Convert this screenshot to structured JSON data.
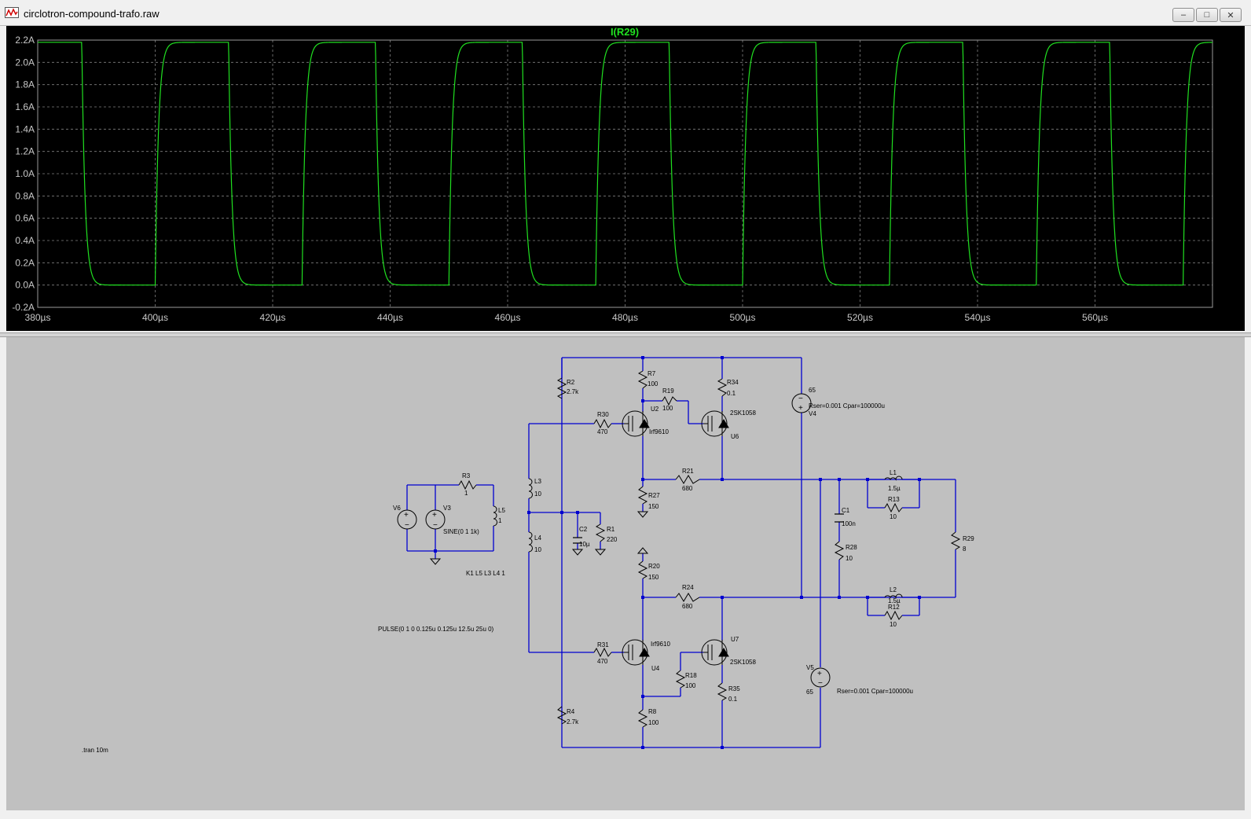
{
  "window": {
    "title": "circlotron-compound-trafo.raw",
    "minimize_symbol": "–",
    "maximize_symbol": "□",
    "close_symbol": "✕"
  },
  "plot": {
    "trace_label": "I(R29)",
    "y_ticks": [
      "2.2A",
      "2.0A",
      "1.8A",
      "1.6A",
      "1.4A",
      "1.2A",
      "1.0A",
      "0.8A",
      "0.6A",
      "0.4A",
      "0.2A",
      "0.0A",
      "-0.2A"
    ],
    "x_ticks": [
      "380µs",
      "400µs",
      "420µs",
      "440µs",
      "460µs",
      "480µs",
      "500µs",
      "520µs",
      "540µs",
      "560µs"
    ],
    "colors": {
      "trace": "#20e020",
      "grid": "#808080",
      "axis_text": "#c8c8c8",
      "background": "#000000"
    }
  },
  "chart_data": {
    "type": "line",
    "title": "I(R29)",
    "xlabel": "",
    "ylabel": "",
    "x_unit": "µs",
    "y_unit": "A",
    "xlim": [
      380,
      580
    ],
    "ylim": [
      -0.2,
      2.2
    ],
    "grid": true,
    "series": [
      {
        "name": "I(R29)",
        "pulse_period_us": 25,
        "high_value_A": 2.18,
        "low_value_A": 0.0,
        "falling_edges_us": [
          387.5,
          412.5,
          437.5,
          462.5,
          487.5,
          512.5,
          537.5,
          562.5
        ],
        "rising_edges_us": [
          400,
          425,
          450,
          475,
          500,
          525,
          550,
          575
        ],
        "settle_time_us": 2.5
      }
    ]
  },
  "schematic": {
    "labels": {
      "R2": "R2",
      "R2_val": "2.7k",
      "R7": "R7",
      "R7_val": "100",
      "R34": "R34",
      "R34_val": "0.1",
      "R19": "R19",
      "R19_val": "100",
      "U2": "U2",
      "U2_part": "Irf9610",
      "U6": "U6",
      "U6_part": "2SK1058",
      "R30": "R30",
      "R30_val": "470",
      "V4_val": "65",
      "V4": "V4",
      "V4_par": "Rser=0.001 Cpar=100000u",
      "R3": "R3",
      "R3_val": "1",
      "V6": "V6",
      "V3": "V3",
      "V3_val": "SINE(0 1 1k)",
      "L5": "L5",
      "L5_val": "1",
      "L3": "L3",
      "L3_val": "10",
      "L4": "L4",
      "L4_val": "10",
      "C2": "C2",
      "C2_val": "10µ",
      "R1": "R1",
      "R1_val": "220",
      "R21": "R21",
      "R21_val": "680",
      "R27": "R27",
      "R27_val": "150",
      "L1": "L1",
      "L1_val": "1.5µ",
      "R13": "R13",
      "R13_val": "10",
      "C1": "C1",
      "C1_val": "100n",
      "R28": "R28",
      "R28_val": "10",
      "R29": "R29",
      "R29_val": "8",
      "K1": "K1 L5 L3 L4 1",
      "R20": "R20",
      "R20_val": "150",
      "R24": "R24",
      "R24_val": "680",
      "L2": "L2",
      "L2_val": "1.5µ",
      "R12": "R12",
      "R12_val": "10",
      "PULSE": "PULSE(0 1 0 0.125u 0.125u 12.5u 25u 0)",
      "R31": "R31",
      "R31_val": "470",
      "U4": "U4",
      "U4_part": "Irf9610",
      "U7": "U7",
      "U7_part": "2SK1058",
      "R18": "R18",
      "R18_val": "100",
      "R35": "R35",
      "R35_val": "0.1",
      "V5": "V5",
      "V5_val": "65",
      "V5_par": "Rser=0.001 Cpar=100000u",
      "R4": "R4",
      "R4_val": "2.7k",
      "R8": "R8",
      "R8_val": "100",
      "tran": ".tran 10m"
    },
    "colors": {
      "wire": "#0000d0",
      "text": "#000000",
      "background": "#c0c0c0"
    }
  }
}
